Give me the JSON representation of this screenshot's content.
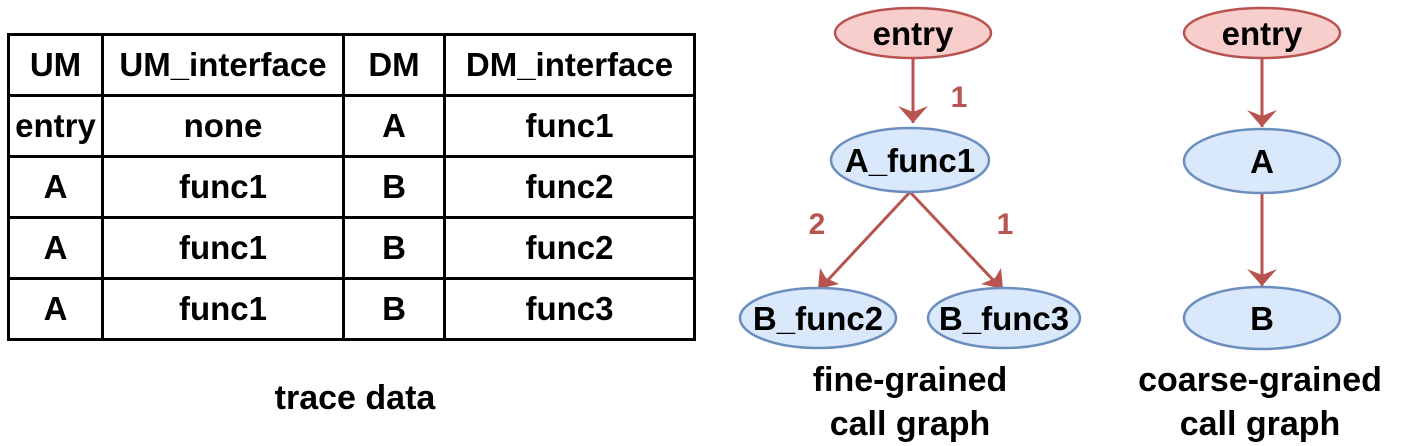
{
  "colors": {
    "entry_fill": "#f8cecc",
    "entry_stroke": "#b85450",
    "node_fill": "#dae8fc",
    "node_stroke": "#6c8ebf",
    "edge": "#b85450"
  },
  "trace_table": {
    "headers": [
      "UM",
      "UM_interface",
      "DM",
      "DM_interface"
    ],
    "rows": [
      [
        "entry",
        "none",
        "A",
        "func1"
      ],
      [
        "A",
        "func1",
        "B",
        "func2"
      ],
      [
        "A",
        "func1",
        "B",
        "func2"
      ],
      [
        "A",
        "func1",
        "B",
        "func3"
      ]
    ],
    "caption": "trace data"
  },
  "fine_graph": {
    "caption_line1": "fine-grained",
    "caption_line2": "call graph",
    "nodes": {
      "entry": "entry",
      "a_func1": "A_func1",
      "b_func2": "B_func2",
      "b_func3": "B_func3"
    },
    "edges": {
      "entry_to_a_func1": "1",
      "a_func1_to_b_func2": "2",
      "a_func1_to_b_func3": "1"
    }
  },
  "coarse_graph": {
    "caption_line1": "coarse-grained",
    "caption_line2": "call graph",
    "nodes": {
      "entry": "entry",
      "a": "A",
      "b": "B"
    }
  }
}
